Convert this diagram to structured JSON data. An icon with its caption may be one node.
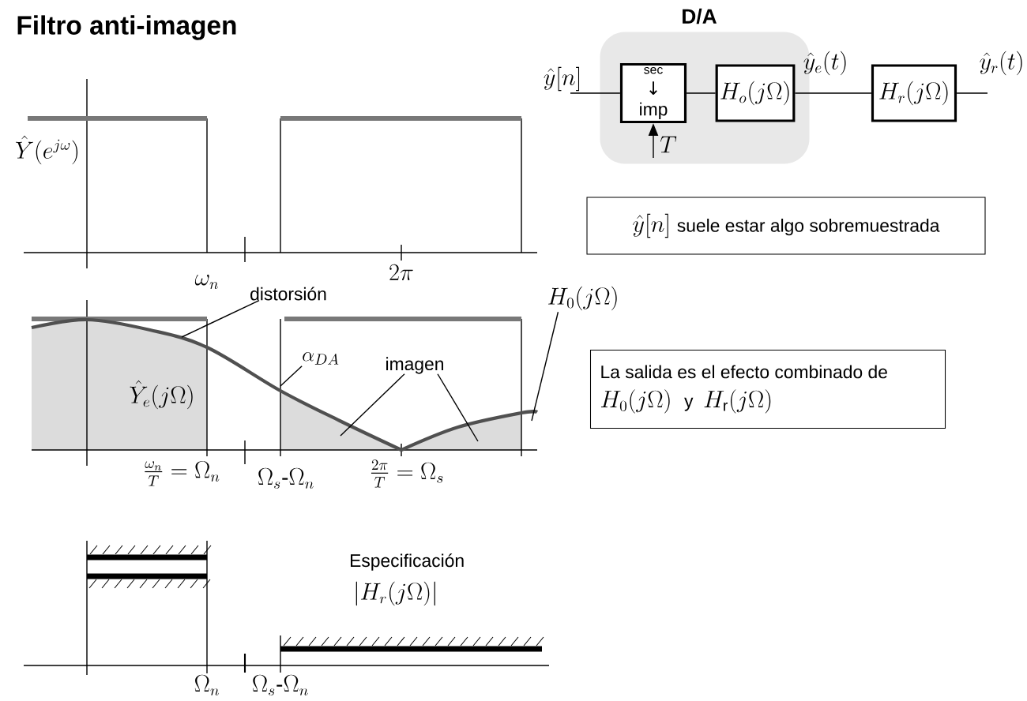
{
  "diagram": {
    "title": "Filtro anti-imagen",
    "nodes": [
      {
        "text": [
          "D/A"
        ]
      },
      {
        "text": [
          "sec",
          "↓",
          "imp"
        ],
        "in": 0
      },
      {
        "text": [
          "H_o(j\\Omega)"
        ],
        "in": 0
      },
      {
        "text": [
          "H_r(j\\Omega)"
        ]
      },
      {
        "text": [
          "\\hat{y}[n]",
          "suele estar algo sobremuestrada"
        ]
      },
      {
        "text": [
          "La salida es el efecto combinado de",
          "H_0(j\\Omega)",
          "y",
          "H_\\mathrm{r}(j\\Omega)"
        ]
      },
      {
        "text": [
          "distorsión"
        ]
      },
      {
        "text": [
          "\\alpha_{DA}"
        ]
      },
      {
        "text": [
          "imagen"
        ]
      },
      {
        "text": [
          "H_0(j\\Omega)"
        ]
      }
    ],
    "edges": [
      {
        "from": null,
        "to": 1,
        "arrow": "none",
        "label": "\\hat{y}[n]"
      },
      {
        "from": null,
        "to": 1,
        "arrow": "to",
        "label": "T"
      },
      {
        "from": 1,
        "to": 2,
        "arrow": "none"
      },
      {
        "from": 2,
        "to": 3,
        "arrow": "none",
        "label": "\\hat{y}_e(t)"
      },
      {
        "from": 3,
        "to": null,
        "arrow": "none",
        "label": "\\hat{y}_r(t)"
      },
      {
        "from": 6,
        "to": null,
        "arrow": "none"
      },
      {
        "from": 7,
        "to": null,
        "arrow": "none"
      },
      {
        "from": 8,
        "to": null,
        "arrow": "none"
      },
      {
        "from": 8,
        "to": null,
        "arrow": "none"
      },
      {
        "from": 9,
        "to": null,
        "arrow": "none"
      }
    ],
    "labels": [
      "\\hat{Y}(e^{j\\omega})",
      "\\omega_n",
      "2\\pi",
      "\\hat{Y}_e(j\\Omega)",
      "\\frac{\\omega_n}{T}=\\Omega_n",
      "\\Omega_s\\text{-}\\Omega_n",
      "\\frac{2\\pi}{T}=\\Omega_s",
      "Especificación",
      "|H_r(j\\Omega)|",
      "\\Omega_n",
      "\\Omega_s\\text{-}\\Omega_n"
    ]
  }
}
